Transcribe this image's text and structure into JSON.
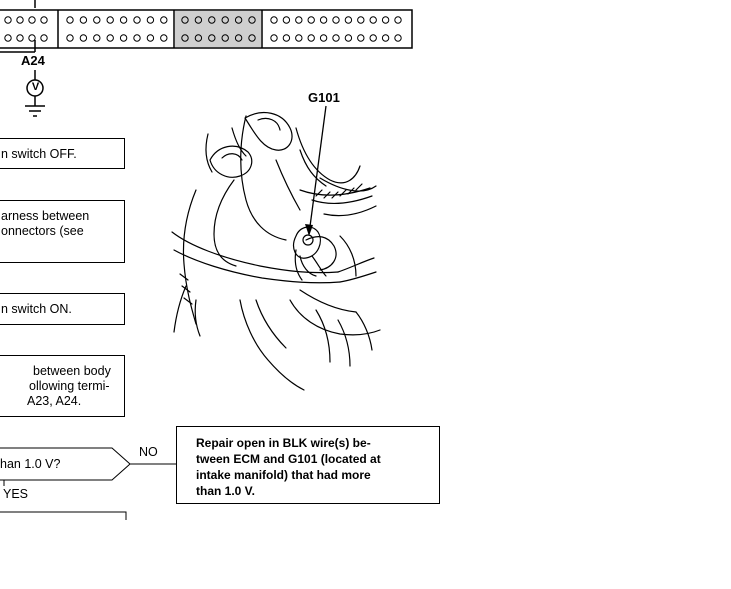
{
  "connector": {
    "pin_label": "A24",
    "meter_symbol": "V"
  },
  "part_label": "G101",
  "steps": [
    {
      "text": "n switch OFF."
    },
    {
      "lines": [
        "arness between",
        "onnectors  (see"
      ]
    },
    {
      "text": "n switch ON."
    },
    {
      "lines": [
        "between body",
        "ollowing termi-",
        "A23, A24."
      ]
    }
  ],
  "decision": {
    "text": "han 1.0 V?",
    "no_label": "NO",
    "yes_label": "YES"
  },
  "repair_box": {
    "lines": [
      "Repair open in BLK wire(s) be-",
      "tween ECM and G101 (located at",
      "intake manifold) that had more",
      "than 1.0 V."
    ]
  }
}
